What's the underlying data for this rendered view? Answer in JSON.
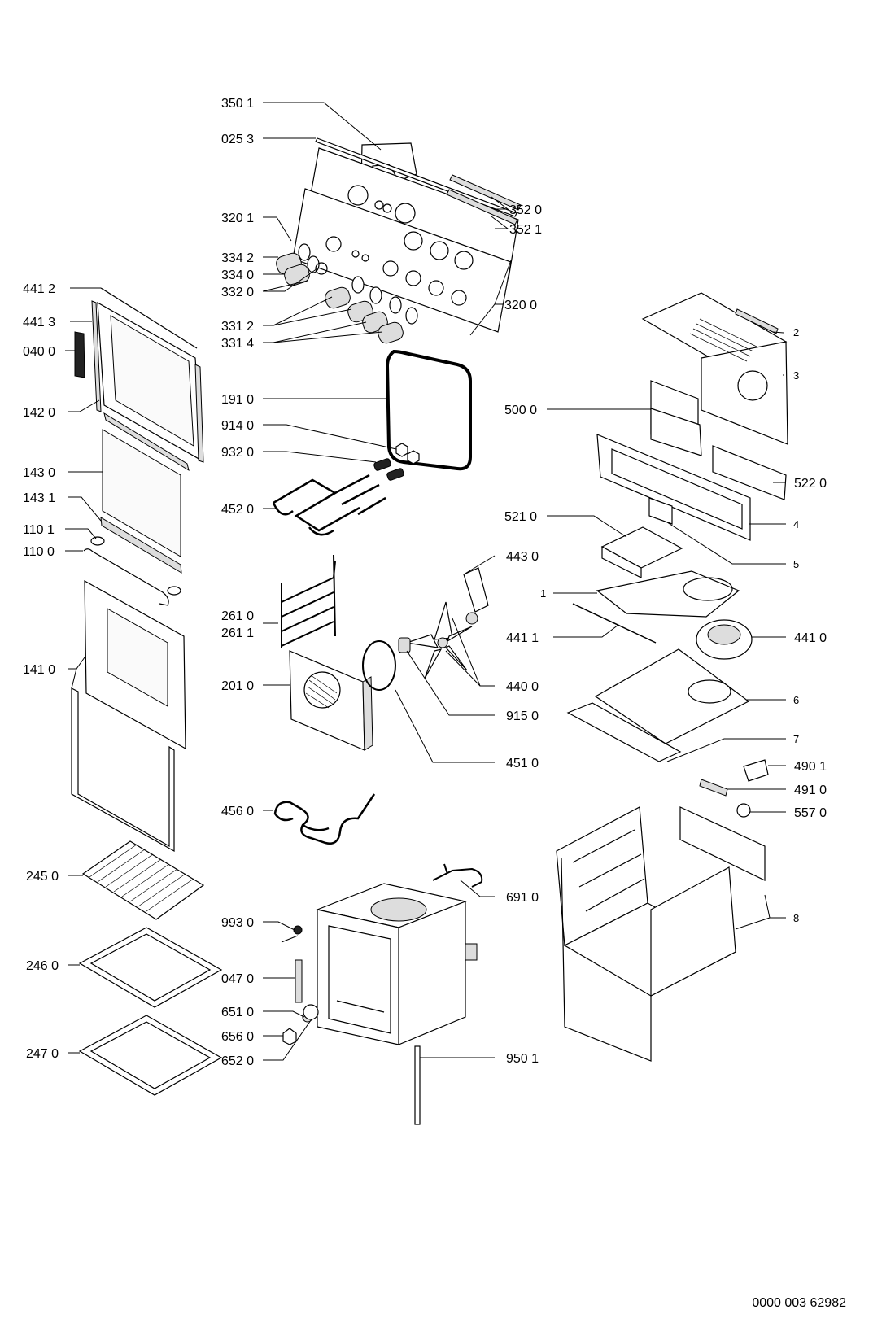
{
  "labels": {
    "l3501": "350 1",
    "l0253": "025 3",
    "l3520": "352 0",
    "l3521": "352 1",
    "l3201": "320 1",
    "l3342": "334 2",
    "l3340": "334 0",
    "l3320": "332 0",
    "l3312": "331 2",
    "l3314": "331 4",
    "l3200": "320 0",
    "l4412": "441 2",
    "l4413": "441 3",
    "l0400": "040 0",
    "l1420": "142 0",
    "l1430": "143 0",
    "l1431": "143 1",
    "l1101": "110 1",
    "l1100": "110 0",
    "l1410": "141 0",
    "l1910": "191 0",
    "l9140": "914 0",
    "l9320": "932 0",
    "l4520": "452 0",
    "l2610": "261 0",
    "l2611": "261 1",
    "l2010": "201 0",
    "l4560": "456 0",
    "l4430": "443 0",
    "l4400": "440 0",
    "l9150": "915 0",
    "l4510": "451 0",
    "l5000": "500 0",
    "l5220": "522 0",
    "l5210": "521 0",
    "l2": "2",
    "l3": "3",
    "l4": "4",
    "l5": "5",
    "l1": "1",
    "l6": "6",
    "l7": "7",
    "l8": "8",
    "l4411": "441 1",
    "l4410": "441 0",
    "l4901": "490 1",
    "l4910": "491 0",
    "l5570": "557 0",
    "l2450": "245 0",
    "l2460": "246 0",
    "l2470": "247 0",
    "l9930": "993 0",
    "l0470": "047 0",
    "l6510": "651 0",
    "l6560": "656 0",
    "l6520": "652 0",
    "l6910": "691 0",
    "l9501": "950 1"
  },
  "document_id": "0000 003 62982"
}
